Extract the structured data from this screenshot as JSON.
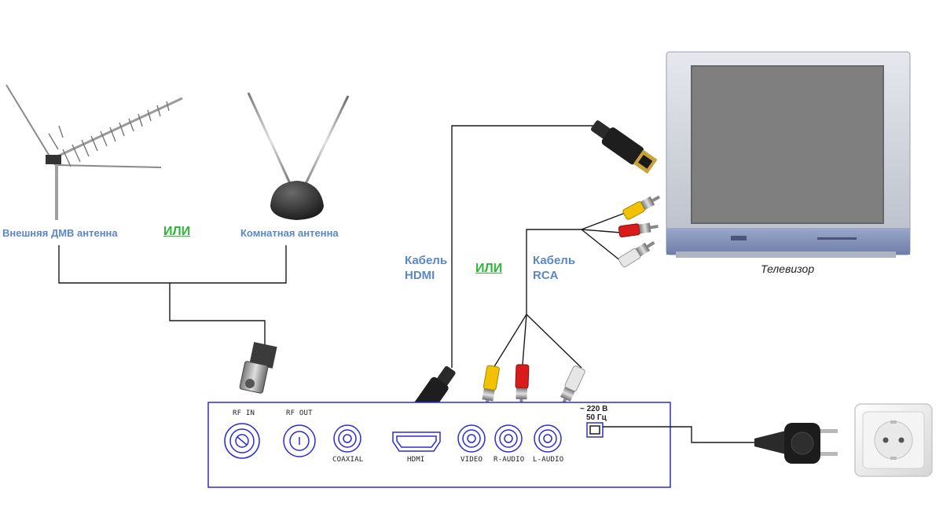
{
  "labels": {
    "outdoor_antenna": "Внешняя ДМВ антенна",
    "or_antennas": "ИЛИ",
    "indoor_antenna": "Комнатная антенна",
    "cable_hdmi_line1": "Кабель",
    "cable_hdmi_line2": "HDMI",
    "or_cables": "ИЛИ",
    "cable_rca_line1": "Кабель",
    "cable_rca_line2": "RCA",
    "tv": "Телевизор"
  },
  "receiver_ports": {
    "rf_in": "RF IN",
    "rf_out": "RF OUT",
    "coaxial": "COAXIAL",
    "hdmi": "HDMI",
    "video": "VIDEO",
    "r_audio": "R-AUDIO",
    "l_audio": "L-AUDIO",
    "power_line1": "~ 220 В",
    "power_line2": "50 Гц"
  },
  "colors": {
    "label_blue": "#5b87c6",
    "or_green": "#2fb63a",
    "panel_outline": "#2b2bd6",
    "wire": "#1a1a1a",
    "rca_yellow": "#f2c200",
    "rca_red": "#d81b1b",
    "rca_white": "#e6e6e6"
  },
  "icons": [
    "outdoor-antenna-icon",
    "indoor-antenna-icon",
    "f-connector-icon",
    "hdmi-plug-icon",
    "rca-plug-icon",
    "tv-icon",
    "power-plug-icon",
    "wall-socket-icon"
  ]
}
